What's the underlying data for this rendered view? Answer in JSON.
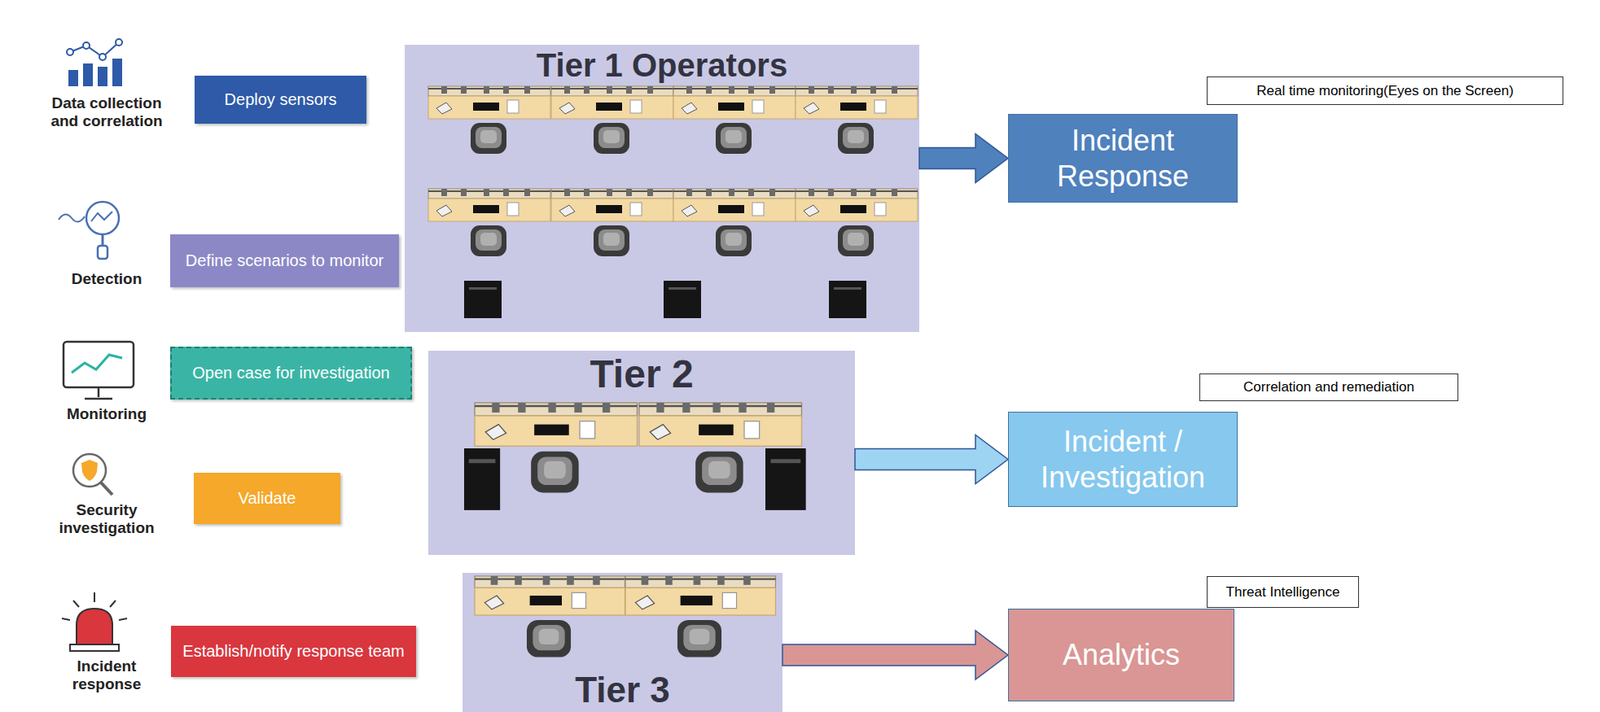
{
  "diagram": {
    "nodes": [
      {
        "text": [
          "Deploy sensors"
        ]
      },
      {
        "text": [
          "Tier 1 Operators"
        ]
      },
      {
        "text": [
          "Real time monitoring(Eyes on the Screen)"
        ]
      },
      {
        "text": [
          "Incident Response"
        ]
      },
      {
        "text": [
          "Define scenarios to monitor"
        ]
      },
      {
        "text": [
          "Open case for investigation"
        ]
      },
      {
        "text": [
          "Tier 2"
        ]
      },
      {
        "text": [
          "Correlation and remediation"
        ]
      },
      {
        "text": [
          "Incident / Investigation"
        ]
      },
      {
        "text": [
          "Validate"
        ]
      },
      {
        "text": [
          "Threat Intelligence"
        ]
      },
      {
        "text": [
          "Establish/notify response team"
        ]
      },
      {
        "text": [
          "Tier 3"
        ]
      },
      {
        "text": [
          "Analytics"
        ]
      }
    ],
    "edges": [
      {
        "from": 1,
        "to": 3,
        "arrow": "to"
      },
      {
        "from": 6,
        "to": 8,
        "arrow": "to"
      },
      {
        "from": 12,
        "to": 13,
        "arrow": "to"
      }
    ],
    "labels": [
      "Data collection and correlation",
      "Detection",
      "Monitoring",
      "Security investigation",
      "Incident response"
    ]
  }
}
